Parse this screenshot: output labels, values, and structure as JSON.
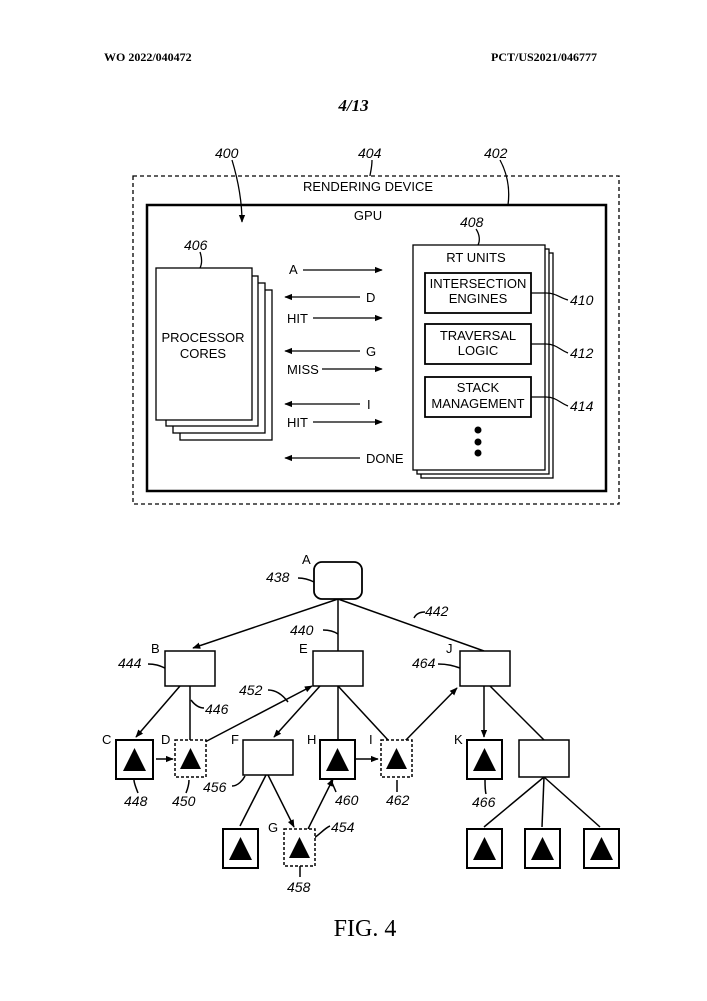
{
  "header": {
    "publication_number": "WO 2022/040472",
    "application_number": "PCT/US2021/046777",
    "sheet": "4/13"
  },
  "block_diagram": {
    "refs": {
      "r400": "400",
      "r404": "404",
      "r402": "402",
      "r406": "406",
      "r408": "408",
      "r410": "410",
      "r412": "412",
      "r414": "414"
    },
    "rendering_device": "RENDERING DEVICE",
    "gpu": "GPU",
    "processor_cores": [
      "PROCESSOR",
      "CORES"
    ],
    "rt_units": "RT UNITS",
    "intersection_engines": [
      "INTERSECTION",
      "ENGINES"
    ],
    "traversal_logic": [
      "TRAVERSAL",
      "LOGIC"
    ],
    "stack_management": [
      "STACK",
      "MANAGEMENT"
    ],
    "signals": {
      "a": "A",
      "d": "D",
      "hit1": "HIT",
      "g": "G",
      "miss": "MISS",
      "i": "I",
      "hit2": "HIT",
      "done": "DONE"
    }
  },
  "tree": {
    "letters": {
      "A": "A",
      "B": "B",
      "C": "C",
      "D": "D",
      "E": "E",
      "F": "F",
      "G": "G",
      "H": "H",
      "I": "I",
      "J": "J",
      "K": "K"
    },
    "refs": {
      "r438": "438",
      "r440": "440",
      "r442": "442",
      "r444": "444",
      "r446": "446",
      "r448": "448",
      "r450": "450",
      "r452": "452",
      "r454": "454",
      "r456": "456",
      "r458": "458",
      "r460": "460",
      "r462": "462",
      "r464": "464",
      "r466": "466"
    }
  },
  "caption": "FIG. 4"
}
